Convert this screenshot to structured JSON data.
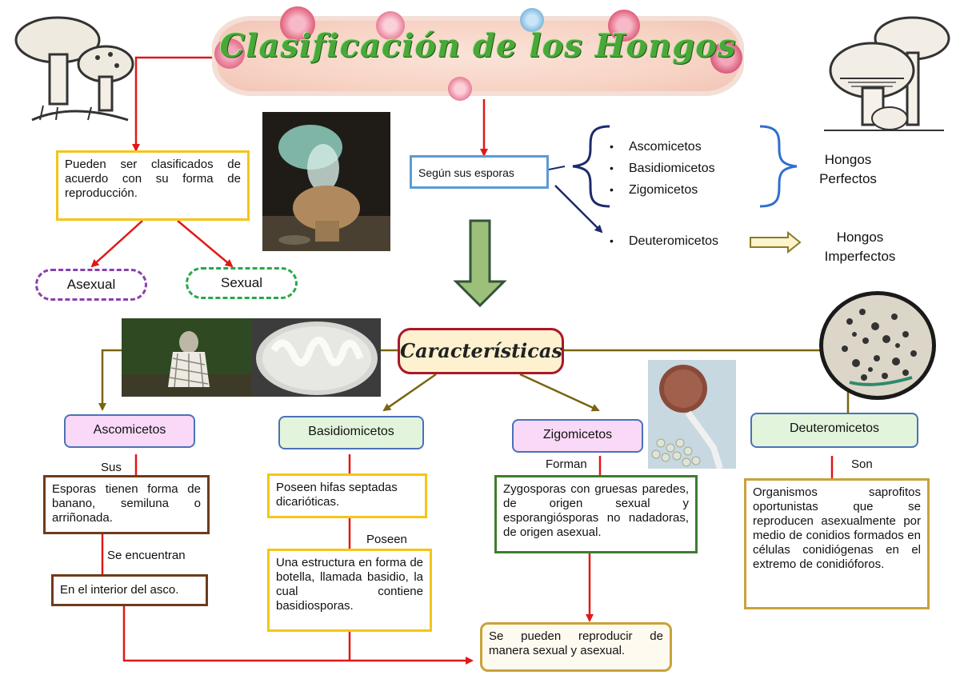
{
  "title": "Clasificación de los Hongos",
  "reproduction": {
    "text": "Pueden ser clasificados de acuerdo con su forma de reproducción.",
    "asexual": "Asexual",
    "sexual": "Sexual"
  },
  "spores": {
    "label": "Según sus esporas",
    "perfect_list": [
      "Ascomicetos",
      "Basidiomicetos",
      "Zigomicetos"
    ],
    "perfect_label": "Hongos Perfectos",
    "imperfect_item": "Deuteromicetos",
    "imperfect_label": "Hongos Imperfectos"
  },
  "characteristics": {
    "title": "Características",
    "ascomicetos": {
      "name": "Ascomicetos",
      "link1": "Sus",
      "desc": "Esporas tienen forma de banano, semiluna o arriñonada.",
      "link2": "Se encuentran",
      "location": "En el interior del asco."
    },
    "basidiomicetos": {
      "name": "Basidiomicetos",
      "desc": "Poseen hifas septadas dicarióticas.",
      "link": "Poseen",
      "structure": "Una estructura en forma de botella, llamada basidio, la cual contiene basidiosporas."
    },
    "zigomicetos": {
      "name": "Zigomicetos",
      "link": "Forman",
      "desc": "Zygosporas con gruesas paredes, de origen sexual y esporangiósporas no nadadoras, de origen asexual."
    },
    "deuteromicetos": {
      "name": "Deuteromicetos",
      "link": "Son",
      "desc": "Organismos saprofitos oportunistas que se reproducen asexualmente por medio de conidios formados en células conidiógenas en el extremo de conidióforos."
    },
    "conclusion": "Se pueden reproducir de manera sexual y asexual."
  },
  "colors": {
    "red_arrow": "#e01818",
    "olive_arrow": "#7a6410",
    "navy_arrow": "#1c2a6e",
    "box_yellow": "#f5c518",
    "box_brown": "#6e3b1c",
    "box_green": "#3e7d2e",
    "box_blue": "#5b9bd5",
    "pill_pink": "#f9d9f7",
    "pill_green": "#e3f4dc",
    "title_green": "#4aa83a"
  },
  "icons": [
    "mushroom-pair-illustration",
    "mushroom-illustration-right",
    "puffball-photo",
    "stinkhorn-photo",
    "petri-dish-photo",
    "sporangium-micrograph",
    "spore-plate-photo",
    "down-arrow-icon",
    "right-arrow-icon"
  ]
}
